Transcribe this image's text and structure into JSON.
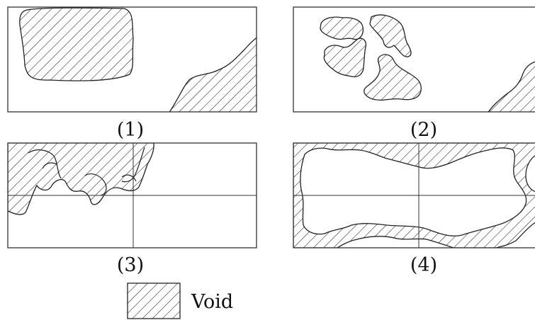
{
  "panels": [
    {
      "caption": "(1)"
    },
    {
      "caption": "(2)"
    },
    {
      "caption": "(3)"
    },
    {
      "caption": "(4)"
    }
  ],
  "legend": {
    "label": "Void",
    "icon": "hatched-square"
  },
  "colors": {
    "line": "#222222",
    "background": "#ffffff"
  }
}
